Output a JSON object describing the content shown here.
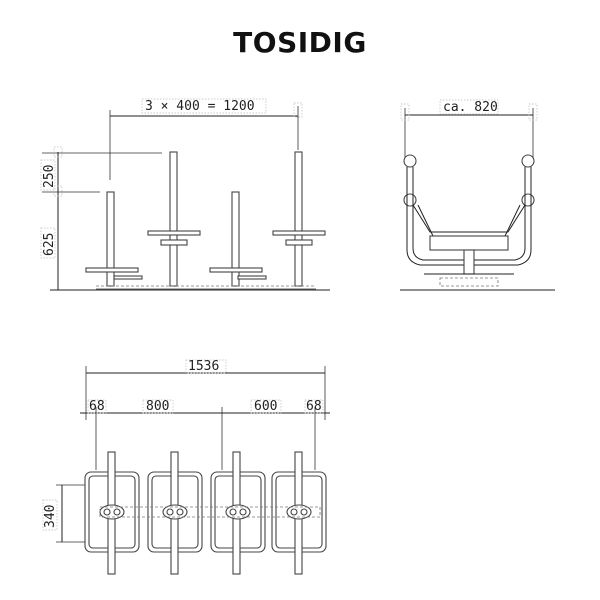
{
  "title": "TOSIDIG",
  "side_view": {
    "dim_top": "3 × 400 = 1200",
    "dim_upper": "250",
    "dim_lower": "625"
  },
  "front_view": {
    "dim_width": "ca. 820"
  },
  "plan_view": {
    "dim_total": "1536",
    "dim_left_edge": "68",
    "dim_left_span": "800",
    "dim_right_span": "600",
    "dim_right_edge": "68",
    "dim_depth": "340"
  }
}
